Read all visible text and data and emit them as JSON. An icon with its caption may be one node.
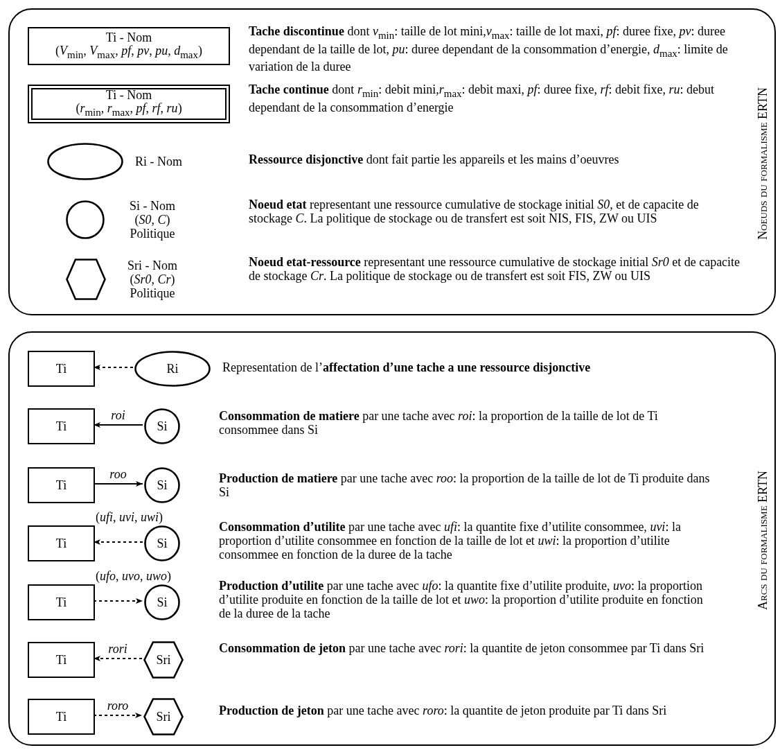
{
  "diagram": {
    "nodes": [
      {
        "text": [
          "Noeuds du formalisme ERTN"
        ]
      },
      {
        "text": [
          "Ti - Nom",
          "(*V*$_{min}$, *V*$_{max}$, *pf*, *pv*, *pu*, *d*$_{max}$)"
        ],
        "in": 0
      },
      {
        "text": [
          "Ti - Nom",
          "(*r*$_{min}$, *r*$_{max}$, *pf*, *rf*, *ru*)"
        ],
        "in": 0
      },
      {
        "text": [
          "Ri - Nom"
        ],
        "in": 0
      },
      {
        "text": [
          "Si - Nom",
          "(*S0*, *C*)",
          "Politique"
        ],
        "in": 0
      },
      {
        "text": [
          "Sri - Nom",
          "(*Sr0*, *Cr*)",
          "Politique"
        ],
        "in": 0
      },
      {
        "text": [
          "Arcs du formalisme ERTN"
        ]
      },
      {
        "text": [
          "Ti"
        ],
        "in": 6
      },
      {
        "text": [
          "Ri"
        ],
        "in": 6
      },
      {
        "text": [
          "Ti"
        ],
        "in": 6
      },
      {
        "text": [
          "Si"
        ],
        "in": 6
      },
      {
        "text": [
          "Ti"
        ],
        "in": 6
      },
      {
        "text": [
          "Si"
        ],
        "in": 6
      },
      {
        "text": [
          "Ti"
        ],
        "in": 6
      },
      {
        "text": [
          "Si"
        ],
        "in": 6
      },
      {
        "text": [
          "Ti"
        ],
        "in": 6
      },
      {
        "text": [
          "Si"
        ],
        "in": 6
      },
      {
        "text": [
          "Ti"
        ],
        "in": 6
      },
      {
        "text": [
          "Sri"
        ],
        "in": 6
      },
      {
        "text": [
          "Ti"
        ],
        "in": 6
      },
      {
        "text": [
          "Sri"
        ],
        "in": 6
      }
    ],
    "edges": [
      {
        "from": 8,
        "to": 7,
        "arrow": "to",
        "style": "dashed"
      },
      {
        "from": 10,
        "to": 9,
        "arrow": "to",
        "label": "*roi*"
      },
      {
        "from": 11,
        "to": 12,
        "arrow": "to",
        "label": "*roo*"
      },
      {
        "from": 14,
        "to": 13,
        "arrow": "to",
        "label": "(*ufi*, *uvi*, *uwi*)",
        "style": "dashed"
      },
      {
        "from": 15,
        "to": 16,
        "arrow": "to",
        "label": "(*ufo*, *uvo*, *uwo*)",
        "style": "dashed"
      },
      {
        "from": 18,
        "to": 17,
        "arrow": "to",
        "label": "*rori*",
        "style": "dashed"
      },
      {
        "from": 19,
        "to": 20,
        "arrow": "to",
        "label": "*roro*",
        "style": "dashed"
      }
    ],
    "labels": [
      "**Tache discontinue** dont *v*$_{min}$: taille de lot mini,*v*$_{max}$: taille de lot maxi, *pf*: duree fixe, *pv*: duree dependant de la taille de lot, *pu*: duree dependant de la consommation d’energie, *d*$_{max}$: limite de variation de la duree",
      "**Tache continue** dont *r*$_{min}$: debit mini,*r*$_{max}$: debit maxi, *pf*: duree fixe, *rf*: debit fixe, *ru*: debut dependant de la consommation d’energie",
      "**Ressource disjonctive** dont fait partie les appareils et les mains d’oeuvres",
      "**Noeud etat** representant une ressource cumulative de stockage initial *S0*, et de capacite de stockage *C*. La politique de stockage ou de transfert est soit NIS, FIS, ZW ou UIS",
      "**Noeud etat-ressource** representant une ressource cumulative de stockage initial *Sr0* et de capacite de stockage *Cr*. La politique de stockage ou de transfert est soit FIS, ZW ou UIS",
      "Representation de l’**affectation d’une tache a une ressource disjonctive**",
      "**Consommation de matiere** par une tache avec *roi*: la proportion de la taille de lot de Ti consommee dans Si",
      "**Production de matiere** par une tache avec *roo*: la proportion de la taille de lot de Ti produite dans Si",
      "**Consommation d’utilite** par une tache avec *ufi*: la quantite fixe d’utilite consommee, *uvi*: la proportion d’utilite consommee en fonction de la taille de lot et *uwi*: la proportion d’utilite consommee en fonction de la duree de la tache",
      "**Production d’utilite** par une tache avec *ufo*: la quantite fixe d’utilite produite, *uvo*: la proportion d’utilite produite en fonction de la taille de lot et *uwo*: la proportion d’utilite produite en fonction de la duree de la tache",
      "**Consommation de jeton** par une tache avec *rori*: la quantite de jeton consommee par Ti dans Sri",
      "**Production de jeton** par une tache avec *roro*: la quantite de jeton produite par Ti dans Sri"
    ]
  }
}
